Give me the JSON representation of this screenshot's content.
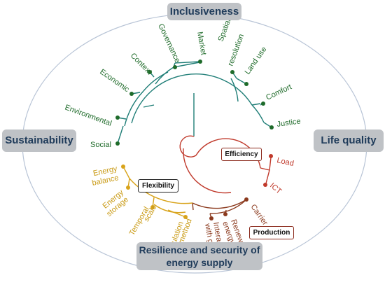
{
  "dimensions": {
    "top": "Inclusiveness",
    "left": "Sustainability",
    "right": "Life quality",
    "bottom_line1": "Resilience and security of",
    "bottom_line2": "energy supply"
  },
  "group_boxes": {
    "efficiency": "Efficiency",
    "flexibility": "Flexibility",
    "production": "Production"
  },
  "leaves": {
    "social": "Social",
    "environmental": "Environmental",
    "economic": "Economic",
    "context": "Context",
    "governance": "Governance",
    "market": "Market",
    "spatial_1": "Spatial",
    "spatial_2": "resolution",
    "land_use": "Land use",
    "comfort": "Comfort",
    "justice": "Justice",
    "load": "Load",
    "ict": "ICT",
    "carrier": "Carrier",
    "renewable_1": "Renewable",
    "renewable_2": "energy",
    "interaction_1": "Interaction",
    "interaction_2": "with grid",
    "calculation_1": "Calculation",
    "calculation_2": "method",
    "temporal_1": "Temporal",
    "temporal_2": "scale",
    "energy_storage_1": "Energy",
    "energy_storage_2": "storage",
    "energy_balance_1": "Energy",
    "energy_balance_2": "balance"
  },
  "colors": {
    "teal": "#1e7d76",
    "green_text": "#1f6b2a",
    "red": "#c0392b",
    "brown": "#8b3a1e",
    "gold": "#d8a31a",
    "gold_text": "#c99a14",
    "outline": "#b8c4d6",
    "pill": "#bfc2c6",
    "pill_text": "#1f3b5a"
  }
}
